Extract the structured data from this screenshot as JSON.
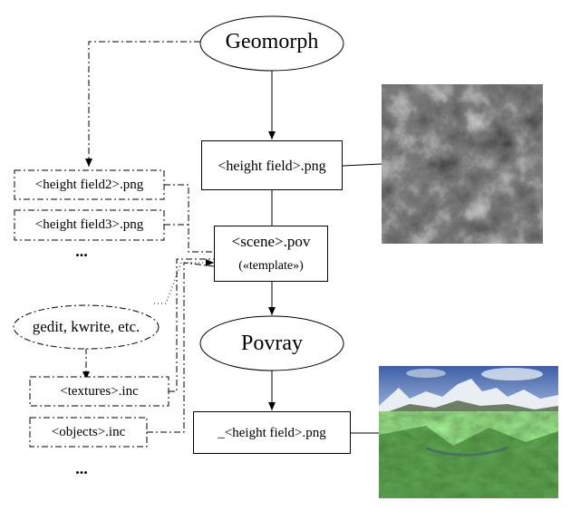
{
  "nodes": {
    "geomorph": "Geomorph",
    "heightfield_png": "<height field>.png",
    "heightfield2_png": "<height field2>.png",
    "heightfield3_png": "<height field3>.png",
    "ellipsis_top": "...",
    "scene_pov": "<scene>.pov",
    "scene_template": "(«template»)",
    "editors": "gedit, kwrite, etc.",
    "povray": "Povray",
    "textures_inc": "<textures>.inc",
    "objects_inc": "<objects>.inc",
    "ellipsis_bottom": "...",
    "rendered_png": "_<height field>.png"
  },
  "images": {
    "heightmap": "grayscale-heightmap-image",
    "render": "rendered-terrain-image"
  }
}
